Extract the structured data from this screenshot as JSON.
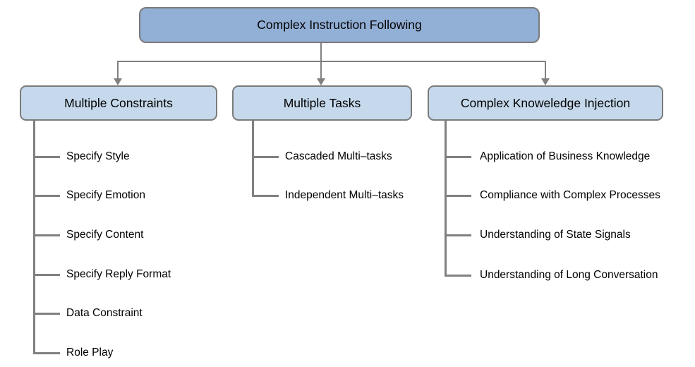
{
  "diagram": {
    "title": "Complex Instruction Following taxonomy tree",
    "tree": {
      "root": "Complex Instruction Following",
      "branches": [
        {
          "label": "Multiple Constraints",
          "leaves": [
            "Specify Style",
            "Specify Emotion",
            "Specify Content",
            "Specify Reply Format",
            "Data Constraint",
            "Role Play"
          ]
        },
        {
          "label": "Multiple Tasks",
          "leaves": [
            "Cascaded Multi–tasks",
            "Independent Multi–tasks"
          ]
        },
        {
          "label": "Complex Knoweledge Injection",
          "leaves": [
            "Application of Business Knowledge",
            "Compliance with Complex Processes",
            "Understanding of State Signals",
            "Understanding of Long Conversation"
          ]
        }
      ]
    },
    "colors": {
      "root_fill": "#92AFD6",
      "branch_fill": "#C6D9EC",
      "node_border": "#7b7b7b",
      "connector_line": "#808080",
      "text": "#000000",
      "background": "#ffffff"
    }
  }
}
